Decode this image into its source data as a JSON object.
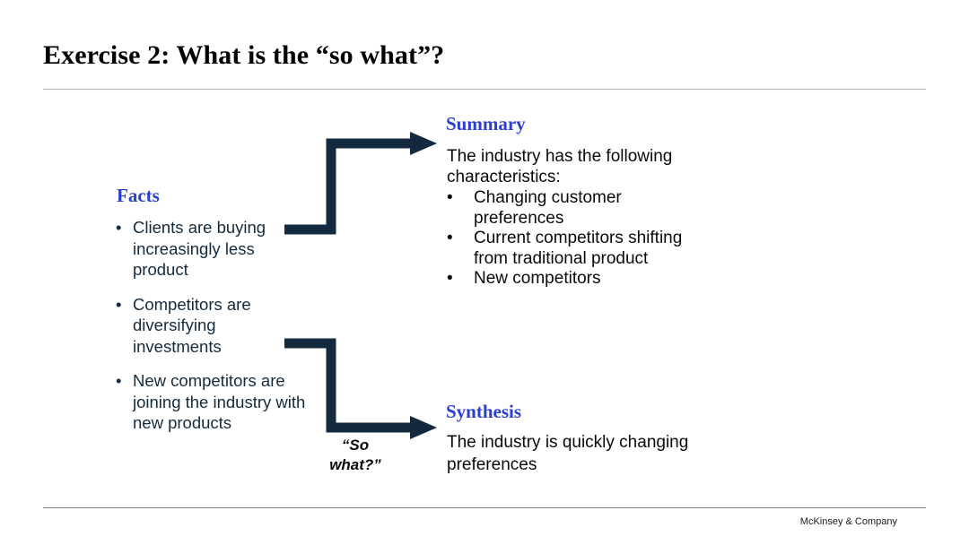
{
  "slide": {
    "title": "Exercise 2: What is the “so what”?",
    "footer_brand": "McKinsey & Company",
    "accent_blue": "#2b3fce",
    "arrow_navy": "#13293d",
    "body_navy": "#152b3d",
    "rule_color": "#b0b0b0"
  },
  "facts": {
    "heading": "Facts",
    "bullet_glyph": "•",
    "items": [
      "Clients are buying increasingly less product",
      "Competitors are diversifying investments",
      "New competitors are joining the industry with new products"
    ]
  },
  "summary": {
    "heading": "Summary",
    "lead": "The industry has the following characteristics:",
    "bullet_glyph": "•",
    "items": [
      "Changing customer preferences",
      "Current competitors shifting from traditional product",
      "New competitors"
    ]
  },
  "synthesis": {
    "heading": "Synthesis",
    "body": "The industry is quickly changing preferences"
  },
  "connectors": {
    "so_what_line1": "“So",
    "so_what_line2": "what?”",
    "arrow_up_name": "facts-to-summary",
    "arrow_down_name": "facts-to-synthesis"
  }
}
